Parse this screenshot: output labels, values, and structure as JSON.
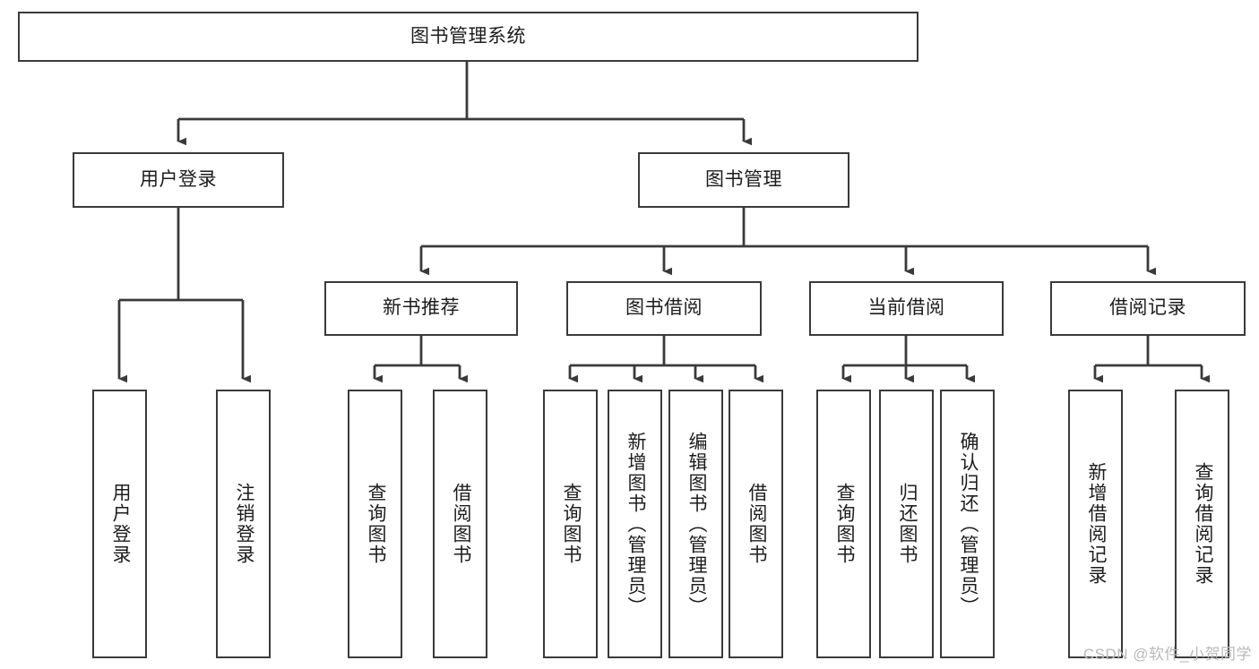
{
  "diagram": {
    "title": "图书管理系统",
    "type": "hierarchy-tree",
    "watermark": "CSDN @软件_小贺同学",
    "colors": {
      "box_border": "#3a3a3a",
      "box_fill": "#ffffff",
      "edge": "#3a3a3a",
      "text": "#1c1c1c",
      "watermark": "#b9b9b9",
      "background": "#ffffff"
    },
    "root": {
      "label": "图书管理系统"
    },
    "level1": [
      {
        "label": "用户登录"
      },
      {
        "label": "图书管理"
      }
    ],
    "level2": [
      {
        "label": "新书推荐"
      },
      {
        "label": "图书借阅"
      },
      {
        "label": "当前借阅"
      },
      {
        "label": "借阅记录"
      }
    ],
    "leaves": {
      "user_login": [
        {
          "label": "用户登录"
        },
        {
          "label": "注销登录"
        }
      ],
      "new_book_recommend": [
        {
          "label": "查询图书"
        },
        {
          "label": "借阅图书"
        }
      ],
      "book_borrow": [
        {
          "label": "查询图书"
        },
        {
          "label": "新增图书（管理员）"
        },
        {
          "label": "编辑图书（管理员）"
        },
        {
          "label": "借阅图书"
        }
      ],
      "current_borrow": [
        {
          "label": "查询图书"
        },
        {
          "label": "归还图书"
        },
        {
          "label": "确认归还（管理员）"
        }
      ],
      "borrow_record": [
        {
          "label": "新增借阅记录"
        },
        {
          "label": "查询借阅记录"
        }
      ]
    }
  }
}
